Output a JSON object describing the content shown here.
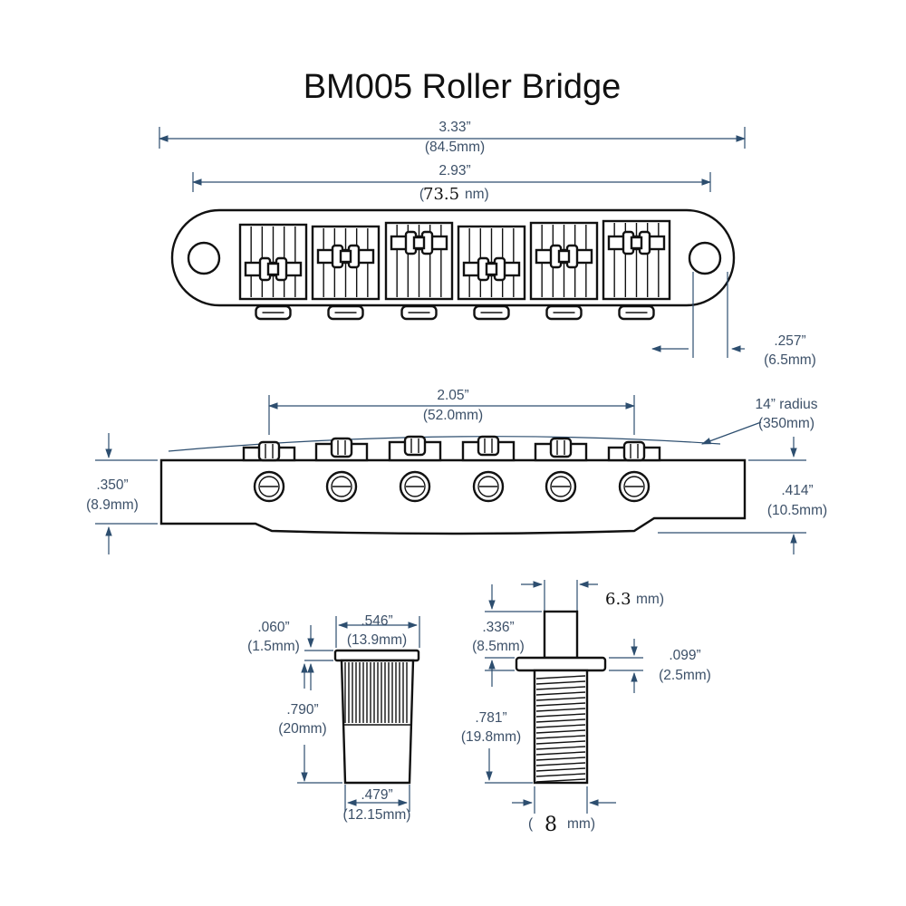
{
  "title": "BM005  Roller Bridge",
  "top_view": {
    "overall_in": "3.33”",
    "overall_mm": "(84.5mm)",
    "spacing_in": "2.93”",
    "spacing_mm_open": "(",
    "spacing_mm_value": "73.5",
    "spacing_mm_close": "nm)",
    "edge_in": ".257”",
    "edge_mm": "(6.5mm)"
  },
  "side_view": {
    "string_in": "2.05”",
    "string_mm": "(52.0mm)",
    "radius_in": "14” radius",
    "radius_mm": "(350mm)",
    "left_h_in": ".350”",
    "left_h_mm": "(8.9mm)",
    "right_h_in": ".414”",
    "right_h_mm": "(10.5mm)"
  },
  "bushing": {
    "top_in": ".060”",
    "top_mm": "(1.5mm)",
    "width_in": ".546”",
    "width_mm": "(13.9mm)",
    "height_in": ".790”",
    "height_mm": "(20mm)",
    "bottom_in": ".479”",
    "bottom_mm": "(12.15mm)"
  },
  "stud": {
    "top_value": "6.3",
    "top_unit": "mm)",
    "head_in": ".336”",
    "head_mm": "(8.5mm)",
    "flange_in": ".099”",
    "flange_mm": "(2.5mm)",
    "thread_in": ".781”",
    "thread_mm": "(19.8mm)",
    "bottom_open": "(",
    "bottom_value": "8",
    "bottom_unit": "mm)"
  }
}
